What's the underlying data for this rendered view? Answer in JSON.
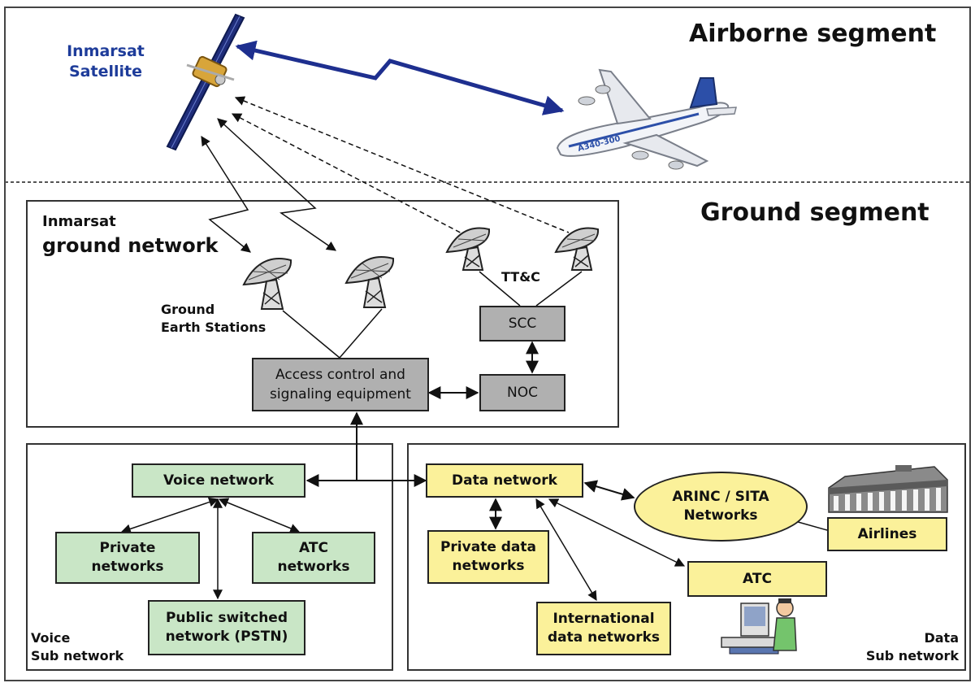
{
  "segments": {
    "airborne": "Airborne segment",
    "ground": "Ground segment"
  },
  "satellite": {
    "label": "Inmarsat\nSatellite",
    "icon": "satellite-icon"
  },
  "aircraft": {
    "icon": "aircraft-icon",
    "fuselage_text": "A340-300"
  },
  "ground_network": {
    "title_line1": "Inmarsat",
    "title_line2": "ground network",
    "earth_stations_label": "Ground\nEarth Stations",
    "ttc_label": "TT&C",
    "access_control": "Access control and\nsignaling equipment",
    "scc": "SCC",
    "noc": "NOC"
  },
  "voice_subnetwork": {
    "label": "Voice\nSub network",
    "voice_network": "Voice network",
    "private_networks": "Private\nnetworks",
    "atc_networks": "ATC\nnetworks",
    "pstn": "Public switched\nnetwork (PSTN)"
  },
  "data_subnetwork": {
    "label": "Data\nSub network",
    "data_network": "Data network",
    "arinc_sita": "ARINC / SITA\nNetworks",
    "airlines": "Airlines",
    "private_data": "Private data\nnetworks",
    "atc": "ATC",
    "international": "International\ndata networks"
  },
  "colors": {
    "gray_box": "#b0b0b0",
    "green_box": "#c9e6c6",
    "yellow_box": "#fbf19a",
    "satellite_link": "#1e2f8f",
    "label_blue": "#1e3c9a"
  }
}
